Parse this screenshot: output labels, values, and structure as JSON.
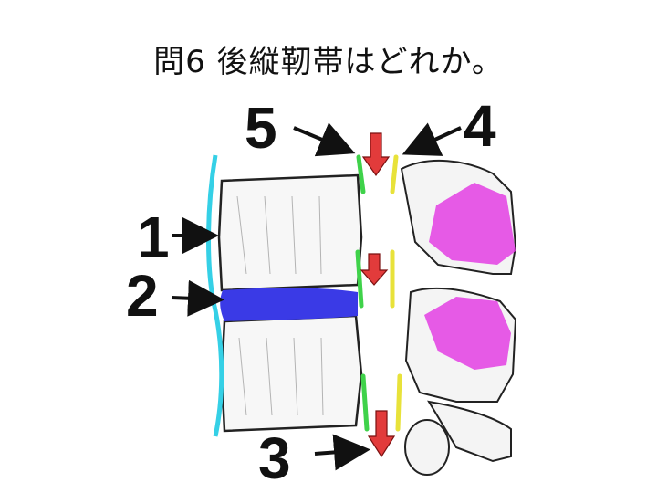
{
  "question": {
    "title": "問6 後縦靭帯はどれか。"
  },
  "labels": [
    "1",
    "2",
    "3",
    "4",
    "5"
  ],
  "colors": {
    "anterior_ligament": "#35d0e6",
    "disc": "#3a3ae6",
    "posterior_ligament_green": "#3fd24a",
    "ligamentum_yellow": "#e8e23a",
    "interspinous_magenta": "#e33ee3",
    "arrow_red": "#e23b3b"
  }
}
